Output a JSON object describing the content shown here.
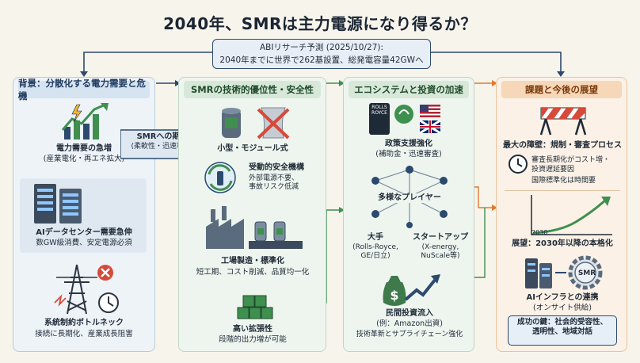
{
  "title": "2040年、SMRは主力電源になり得るか？",
  "forecast": {
    "line1": "ABIリサーチ予測 (2025/10/27):",
    "line2": "2040年までに世界で262基設置、総発電容量42GWへ"
  },
  "col1": {
    "header": "背景：分散化する電力需要と危機",
    "demand_title": "電力需要の急増",
    "demand_sub": "(産業電化・再エネ拡大)",
    "dc_title": "AIデータセンター需要急伸",
    "dc_sub": "数GW級消費、安定電源必須",
    "grid_title": "系統制約ボトルネック",
    "grid_sub": "接続に長期化、産業成長阻害"
  },
  "expect": {
    "line1": "SMRへの期待",
    "line2": "(柔軟性・迅速導入)"
  },
  "col2": {
    "header": "SMRの技術的優位性・安全性",
    "modular": "小型・モジュール式",
    "passive_title": "受動的安全機構",
    "passive_sub1": "外部電源不要、",
    "passive_sub2": "事故リスク低減",
    "factory_title": "工場製造・標準化",
    "factory_sub": "短工期、コスト削減、品質均一化",
    "scal_title": "高い拡張性",
    "scal_sub": "段階的出力増が可能"
  },
  "col3": {
    "header": "エコシステムと投資の加速",
    "rr_logo": "ROLLS ROYCE",
    "policy_title": "政策支援強化",
    "policy_sub": "(補助金・迅速審査)",
    "players_title": "多様なプレイヤー",
    "big_title": "大手",
    "big_sub1": "(Rolls-Royce,",
    "big_sub2": "GE/日立)",
    "startup_title": "スタートアップ",
    "startup_sub1": "(X-energy,",
    "startup_sub2": "NuScale等)",
    "invest_title": "民間投資流入",
    "invest_sub1": "(例：Amazon出資)",
    "invest_sub2": "技術革新とサプライチェーン強化"
  },
  "col4": {
    "header": "課題と今後の展望",
    "barrier": "最大の障壁：規制・審査プロセス",
    "barrier_sub1": "審査長期化がコスト増・",
    "barrier_sub2": "投資遅延要因",
    "barrier_sub3": "国際標準化は時間要",
    "chart_year": "2030",
    "outlook": "展望：2030年以降の本格化",
    "smr_badge": "SMR",
    "ai_title": "AIインフラとの連携",
    "ai_sub": "(オンサイト供給)",
    "key1": "成功の鍵：社会的受容性、",
    "key2": "透明性、地域対話"
  },
  "colors": {
    "navy": "#2c4a6e",
    "green": "#3f8f4f",
    "orange": "#e07a2e",
    "red": "#d64a3a"
  }
}
